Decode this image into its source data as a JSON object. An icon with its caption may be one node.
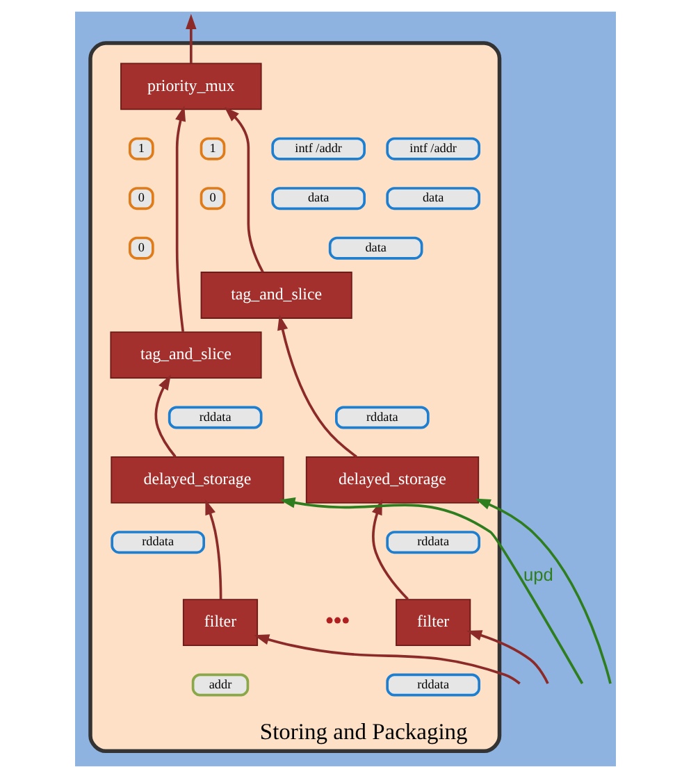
{
  "diagram": {
    "nodes": [
      {
        "text": [
          "Storing and Packaging"
        ]
      },
      {
        "text": [
          "priority_mux"
        ],
        "in": 0
      },
      {
        "text": [
          "1"
        ],
        "in": 0
      },
      {
        "text": [
          "intf /addr"
        ],
        "in": 0
      },
      {
        "text": [
          "0"
        ],
        "in": 0
      },
      {
        "text": [
          "data"
        ],
        "in": 0
      },
      {
        "text": [
          "0"
        ],
        "in": 0
      },
      {
        "text": [
          "data"
        ],
        "in": 0
      },
      {
        "text": [
          "1"
        ],
        "in": 0
      },
      {
        "text": [
          "intf /addr"
        ],
        "in": 0
      },
      {
        "text": [
          "0"
        ],
        "in": 0
      },
      {
        "text": [
          "data"
        ],
        "in": 0
      },
      {
        "text": [
          "tag_and_slice"
        ],
        "in": 0
      },
      {
        "text": [
          "tag_and_slice"
        ],
        "in": 0
      },
      {
        "text": [
          "rddata"
        ],
        "in": 0
      },
      {
        "text": [
          "rddata"
        ],
        "in": 0
      },
      {
        "text": [
          "delayed_storage"
        ],
        "in": 0
      },
      {
        "text": [
          "delayed_storage"
        ],
        "in": 0
      },
      {
        "text": [
          "rddata"
        ],
        "in": 0
      },
      {
        "text": [
          "rddata"
        ],
        "in": 0
      },
      {
        "text": [
          "filter"
        ],
        "in": 0
      },
      {
        "text": [
          "filter"
        ],
        "in": 0
      },
      {
        "text": [
          "addr"
        ],
        "in": 0
      },
      {
        "text": [
          "rddata"
        ],
        "in": 0
      }
    ],
    "edges": [
      {
        "from": null,
        "to": 20,
        "arrow": "to"
      },
      {
        "from": null,
        "to": 21,
        "arrow": "to"
      },
      {
        "from": 20,
        "to": 16,
        "arrow": "to"
      },
      {
        "from": 21,
        "to": 17,
        "arrow": "to"
      },
      {
        "from": 16,
        "to": 12,
        "arrow": "to"
      },
      {
        "from": 17,
        "to": 13,
        "arrow": "to"
      },
      {
        "from": 12,
        "to": 1,
        "arrow": "to"
      },
      {
        "from": 13,
        "to": 1,
        "arrow": "to"
      },
      {
        "from": 1,
        "to": null,
        "arrow": "to"
      },
      {
        "from": null,
        "to": 16,
        "arrow": "to",
        "label": "upd",
        "color": "#2e7d1e"
      },
      {
        "from": null,
        "to": 17,
        "arrow": "to",
        "color": "#2e7d1e"
      }
    ],
    "labels": [
      "•••"
    ]
  }
}
